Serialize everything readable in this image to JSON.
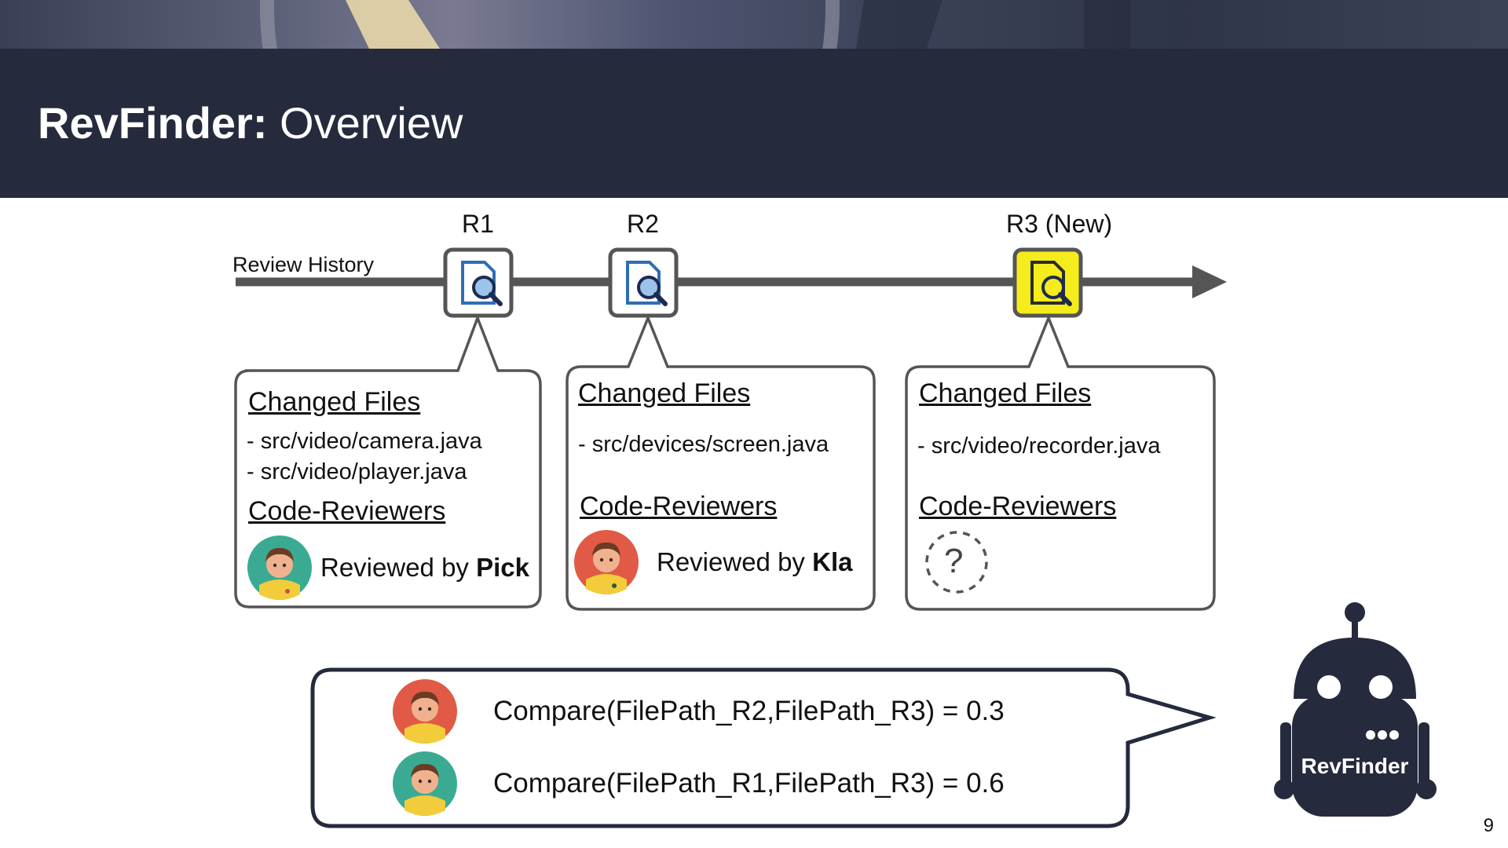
{
  "slide": {
    "title_bold": "RevFinder:",
    "title_rest": " Overview",
    "page_number": "9"
  },
  "timeline": {
    "label": "Review History",
    "reviews": [
      {
        "label": "R1",
        "highlighted": false
      },
      {
        "label": "R2",
        "highlighted": false
      },
      {
        "label": "R3 (New)",
        "highlighted": true
      }
    ]
  },
  "cards": [
    {
      "files_heading": "Changed Files",
      "files": [
        "- src/video/camera.java",
        "- src/video/player.java"
      ],
      "reviewers_heading": "Code-Reviewers",
      "reviewed_prefix": "Reviewed by ",
      "reviewer": "Pick",
      "avatar_color": "#3aab92"
    },
    {
      "files_heading": "Changed Files",
      "files": [
        "- src/devices/screen.java"
      ],
      "reviewers_heading": "Code-Reviewers",
      "reviewed_prefix": "Reviewed by ",
      "reviewer": "Kla",
      "avatar_color": "#e05a45"
    },
    {
      "files_heading": "Changed Files",
      "files": [
        "- src/video/recorder.java"
      ],
      "reviewers_heading": "Code-Reviewers",
      "unknown_symbol": "?"
    }
  ],
  "comparisons": [
    {
      "text": "Compare(FilePath_R2,FilePath_R3) = 0.3",
      "avatar_color": "#e05a45"
    },
    {
      "text": "Compare(FilePath_R1,FilePath_R3) = 0.6",
      "avatar_color": "#3aab92"
    }
  ],
  "robot": {
    "name": "RevFinder",
    "color": "#252a3c"
  },
  "colors": {
    "title_bar": "#252a3c",
    "timeline": "#555555",
    "highlight": "#f5ec1c",
    "icon_blue": "#2f6db5"
  }
}
